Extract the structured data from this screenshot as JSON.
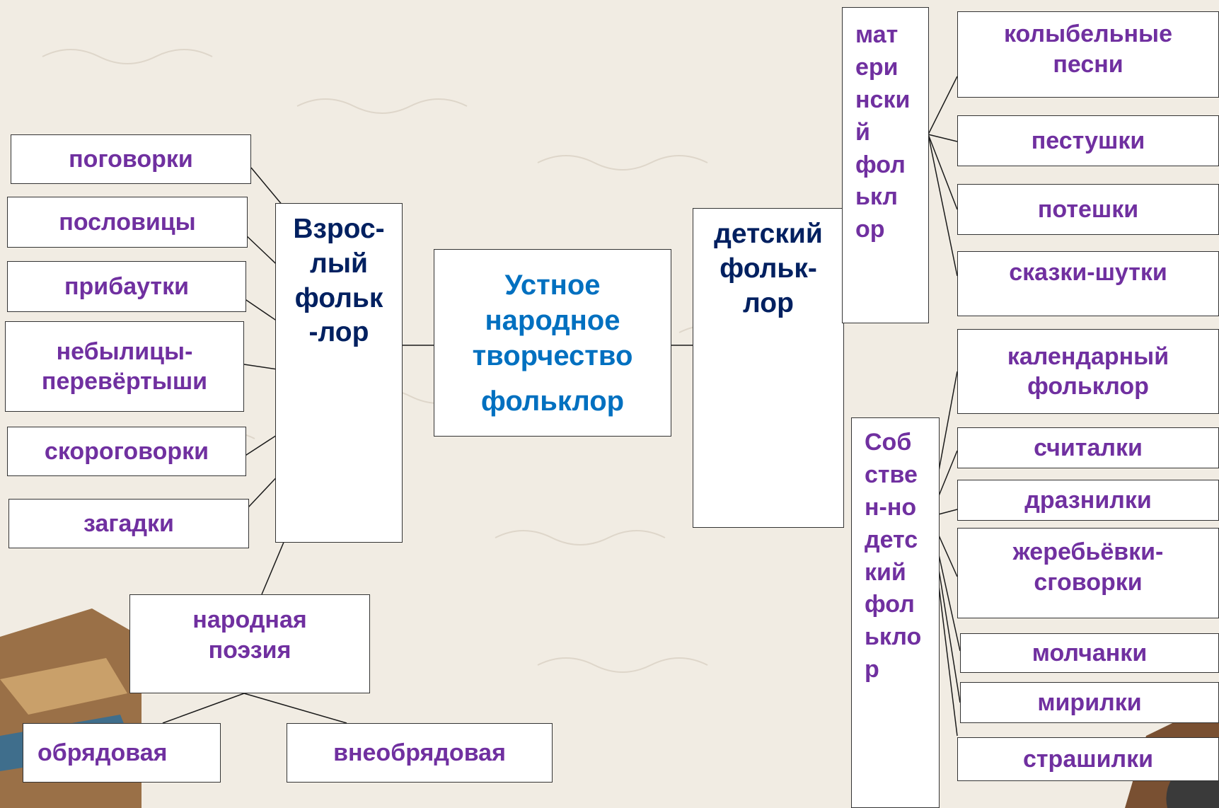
{
  "diagram": {
    "center": {
      "line1": "Устное",
      "line2": "народное",
      "line3": "творчество",
      "line4": "фольклор"
    },
    "adult": "Взрос-\nлый\nфольк\n-лор",
    "children": "детский\nфольк-\nлор",
    "maternal": "мат\nери\nнски\nй\nфол\nькл\nор",
    "own_children": "Соб\nстве\nн-но\nдетс\nкий\nфол\nькло\nр",
    "adult_genres": {
      "pogovorki": "поговорки",
      "poslovicy": "пословицы",
      "pribautki": "прибаутки",
      "nebylicy": "небылицы-\nперевёртыши",
      "skorogovorki": "скороговорки",
      "zagadki": "загадки",
      "narodnaya_poeziya": "народная\nпоэзия"
    },
    "poetry_kinds": {
      "obryadovaya": "обрядовая",
      "vneobryadovaya": "внеобрядовая"
    },
    "maternal_genres": {
      "kolybelnye": "колыбельные\nпесни",
      "pestushki": "пестушки",
      "poteshki": "потешки",
      "skazki_shutki": "сказки-шутки"
    },
    "own_genres": {
      "kalendarny": "календарный\nфольклор",
      "schitalki": "считалки",
      "draznilki": "дразнилки",
      "zherebyovki": "жеребьёвки-\nсговорки",
      "molchanki": "молчанки",
      "mirilki": "мирилки",
      "strashilki": "страшилки"
    }
  },
  "colors": {
    "genre_text": "#7030a0",
    "branch_text": "#002060",
    "center_text": "#0070c0"
  }
}
